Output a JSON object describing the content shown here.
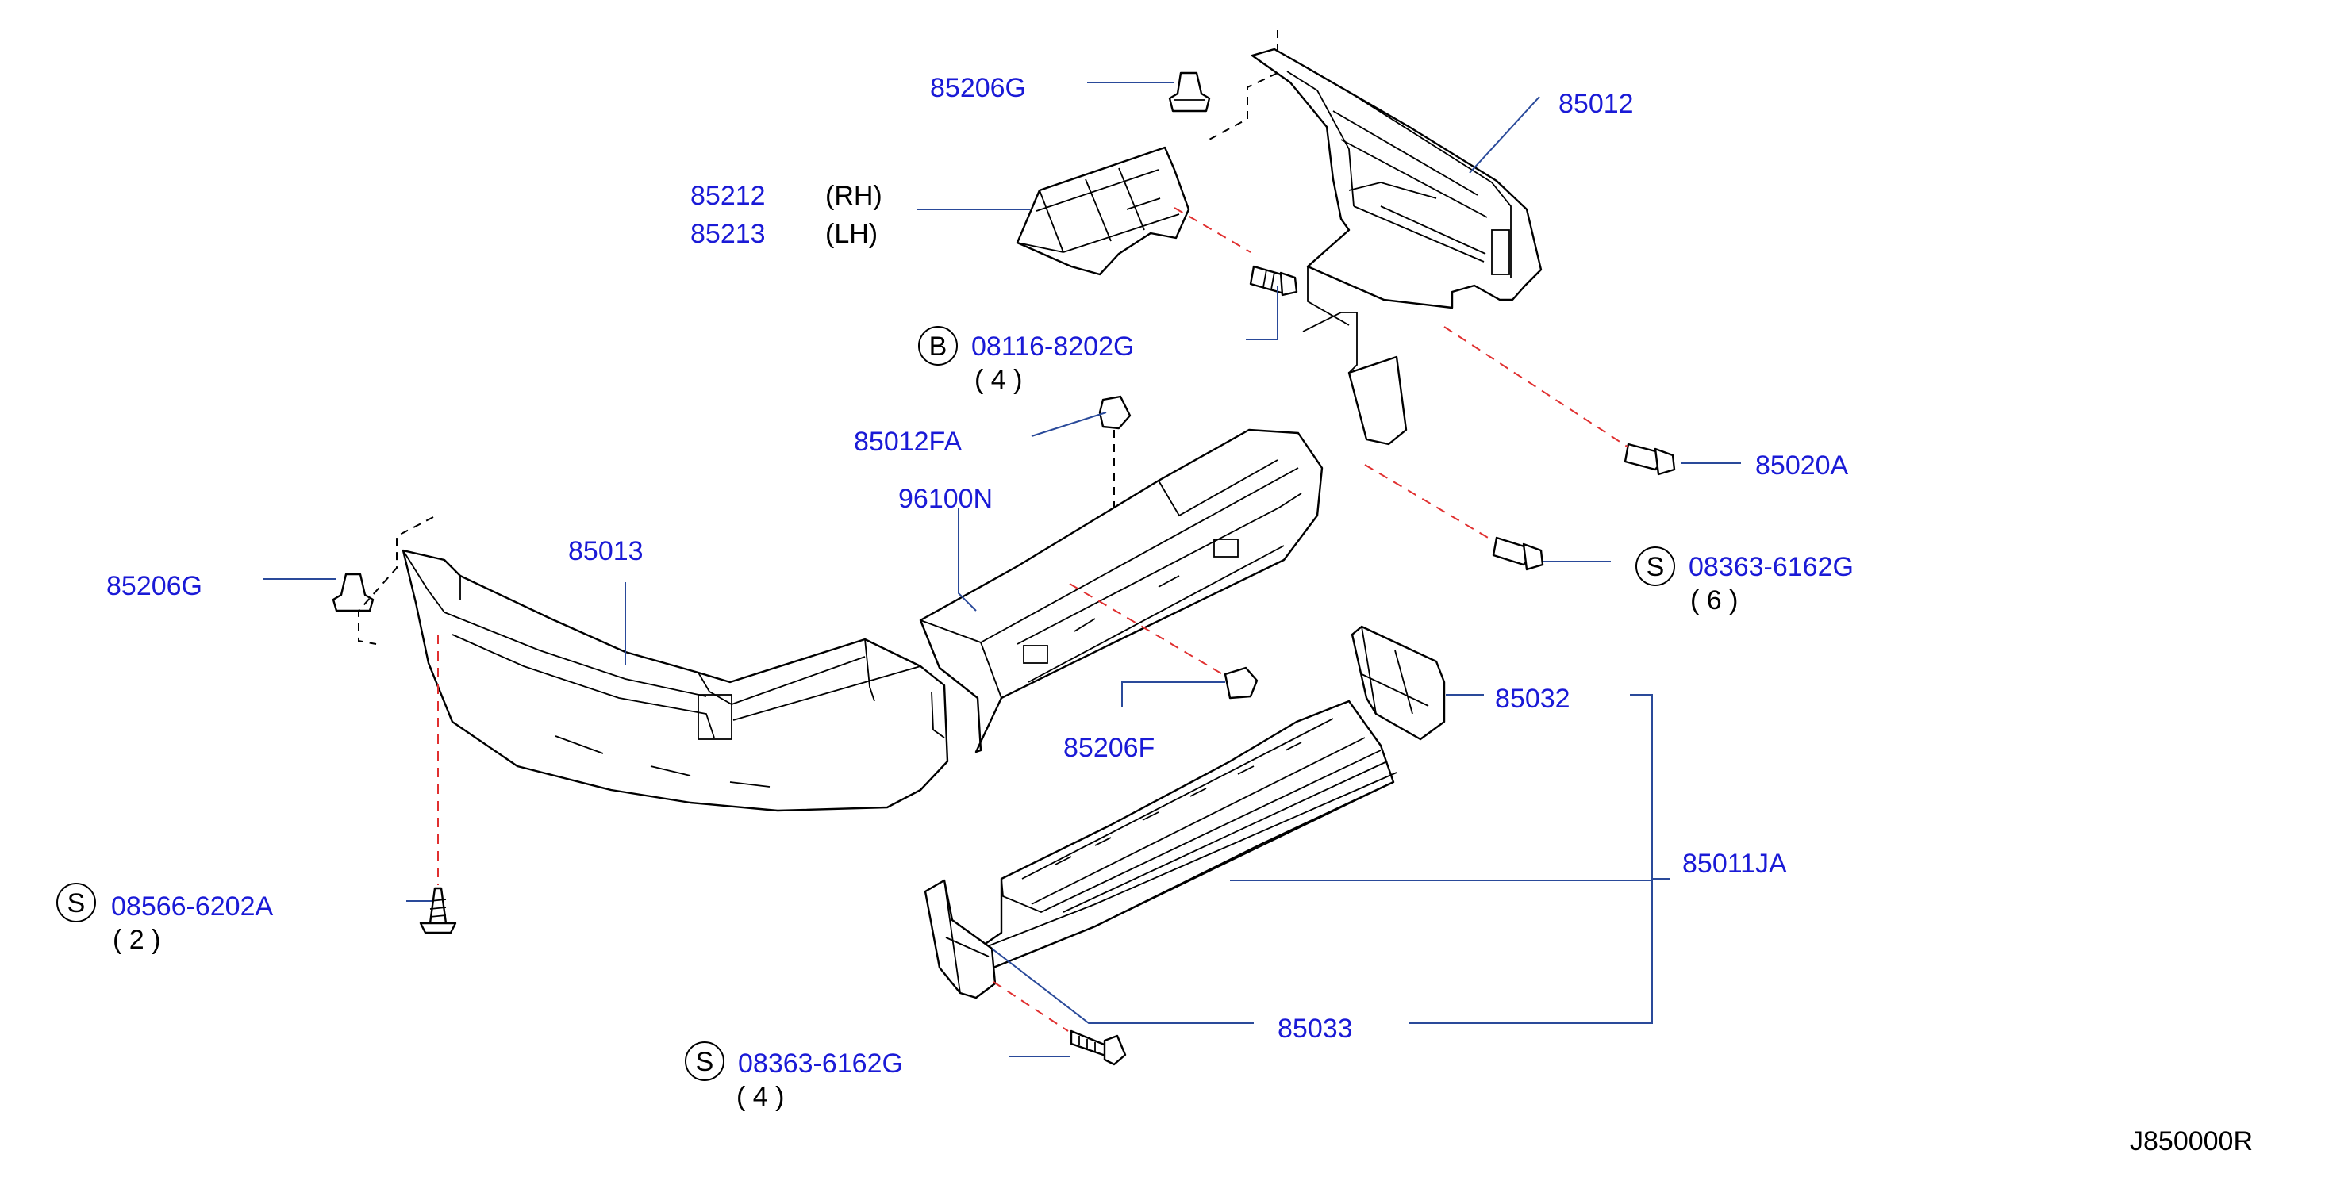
{
  "labels": {
    "p85206G_top": "85206G",
    "p85212": "85212",
    "p85212_side": "(RH)",
    "p85213": "85213",
    "p85213_side": "(LH)",
    "p08116": "08116-8202G",
    "p08116_qty": "( 4 )",
    "p08116_prefix": "B",
    "p85012": "85012",
    "p85012FA": "85012FA",
    "p96100N": "96100N",
    "p85020A": "85020A",
    "p08363_mid": "08363-6162G",
    "p08363_mid_qty": "( 6 )",
    "p08363_mid_prefix": "S",
    "p85206G_left": "85206G",
    "p85013": "85013",
    "p85206F": "85206F",
    "p85032": "85032",
    "p85011JA": "85011JA",
    "p08566": "08566-6202A",
    "p08566_qty": "( 2 )",
    "p08566_prefix": "S",
    "p85033": "85033",
    "p08363_bot": "08363-6162G",
    "p08363_bot_qty": "( 4 )",
    "p08363_bot_prefix": "S",
    "diagram_code": "J850000R"
  },
  "colors": {
    "label_blue": "#1a1ad6",
    "leader_blue": "#2a4a9a",
    "dash_red": "#e03030"
  }
}
